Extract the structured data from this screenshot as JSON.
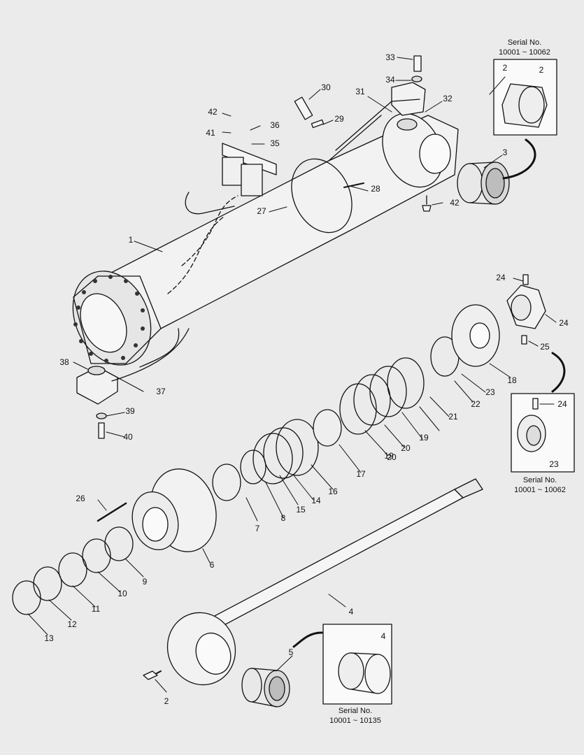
{
  "serial_boxes": [
    {
      "heading": "Serial No.",
      "range": "10001 ~ 10062",
      "part": "2"
    },
    {
      "heading": "Serial No.",
      "range": "10001 ~ 10062",
      "part": "24",
      "part2": "23"
    },
    {
      "heading": "Serial No.",
      "range": "10001 ~ 10135",
      "part": "4"
    }
  ],
  "callouts": [
    "1",
    "2",
    "3",
    "4",
    "5",
    "6",
    "7",
    "8",
    "9",
    "10",
    "11",
    "12",
    "13",
    "14",
    "15",
    "16",
    "17",
    "18",
    "19",
    "19",
    "20",
    "20",
    "21",
    "22",
    "23",
    "24",
    "24",
    "25",
    "26",
    "27",
    "28",
    "29",
    "30",
    "31",
    "32",
    "33",
    "34",
    "35",
    "36",
    "37",
    "38",
    "39",
    "40",
    "41",
    "42",
    "42",
    "2",
    "4",
    "23"
  ]
}
